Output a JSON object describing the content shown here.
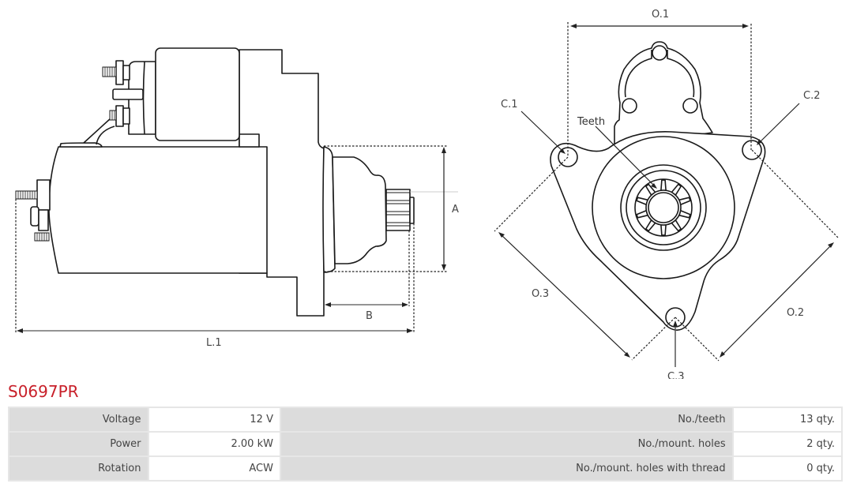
{
  "product": {
    "code": "S0697PR",
    "title_color": "#c8202a"
  },
  "drawing": {
    "side_view": {
      "dimension_labels": {
        "a": "A",
        "b": "B",
        "l1": "L.1"
      }
    },
    "front_view": {
      "dimension_labels": {
        "o1": "O.1",
        "o2": "O.2",
        "o3": "O.3",
        "c1": "C.1",
        "c2": "C.2",
        "c3": "C.3",
        "teeth": "Teeth"
      }
    }
  },
  "specs": {
    "rows": [
      {
        "label": "Voltage",
        "value": "12 V",
        "label2": "No./teeth",
        "value2": "13 qty."
      },
      {
        "label": "Power",
        "value": "2.00 kW",
        "label2": "No./mount. holes",
        "value2": "2 qty."
      },
      {
        "label": "Rotation",
        "value": "ACW",
        "label2": "No./mount. holes with thread",
        "value2": "0 qty."
      }
    ]
  }
}
